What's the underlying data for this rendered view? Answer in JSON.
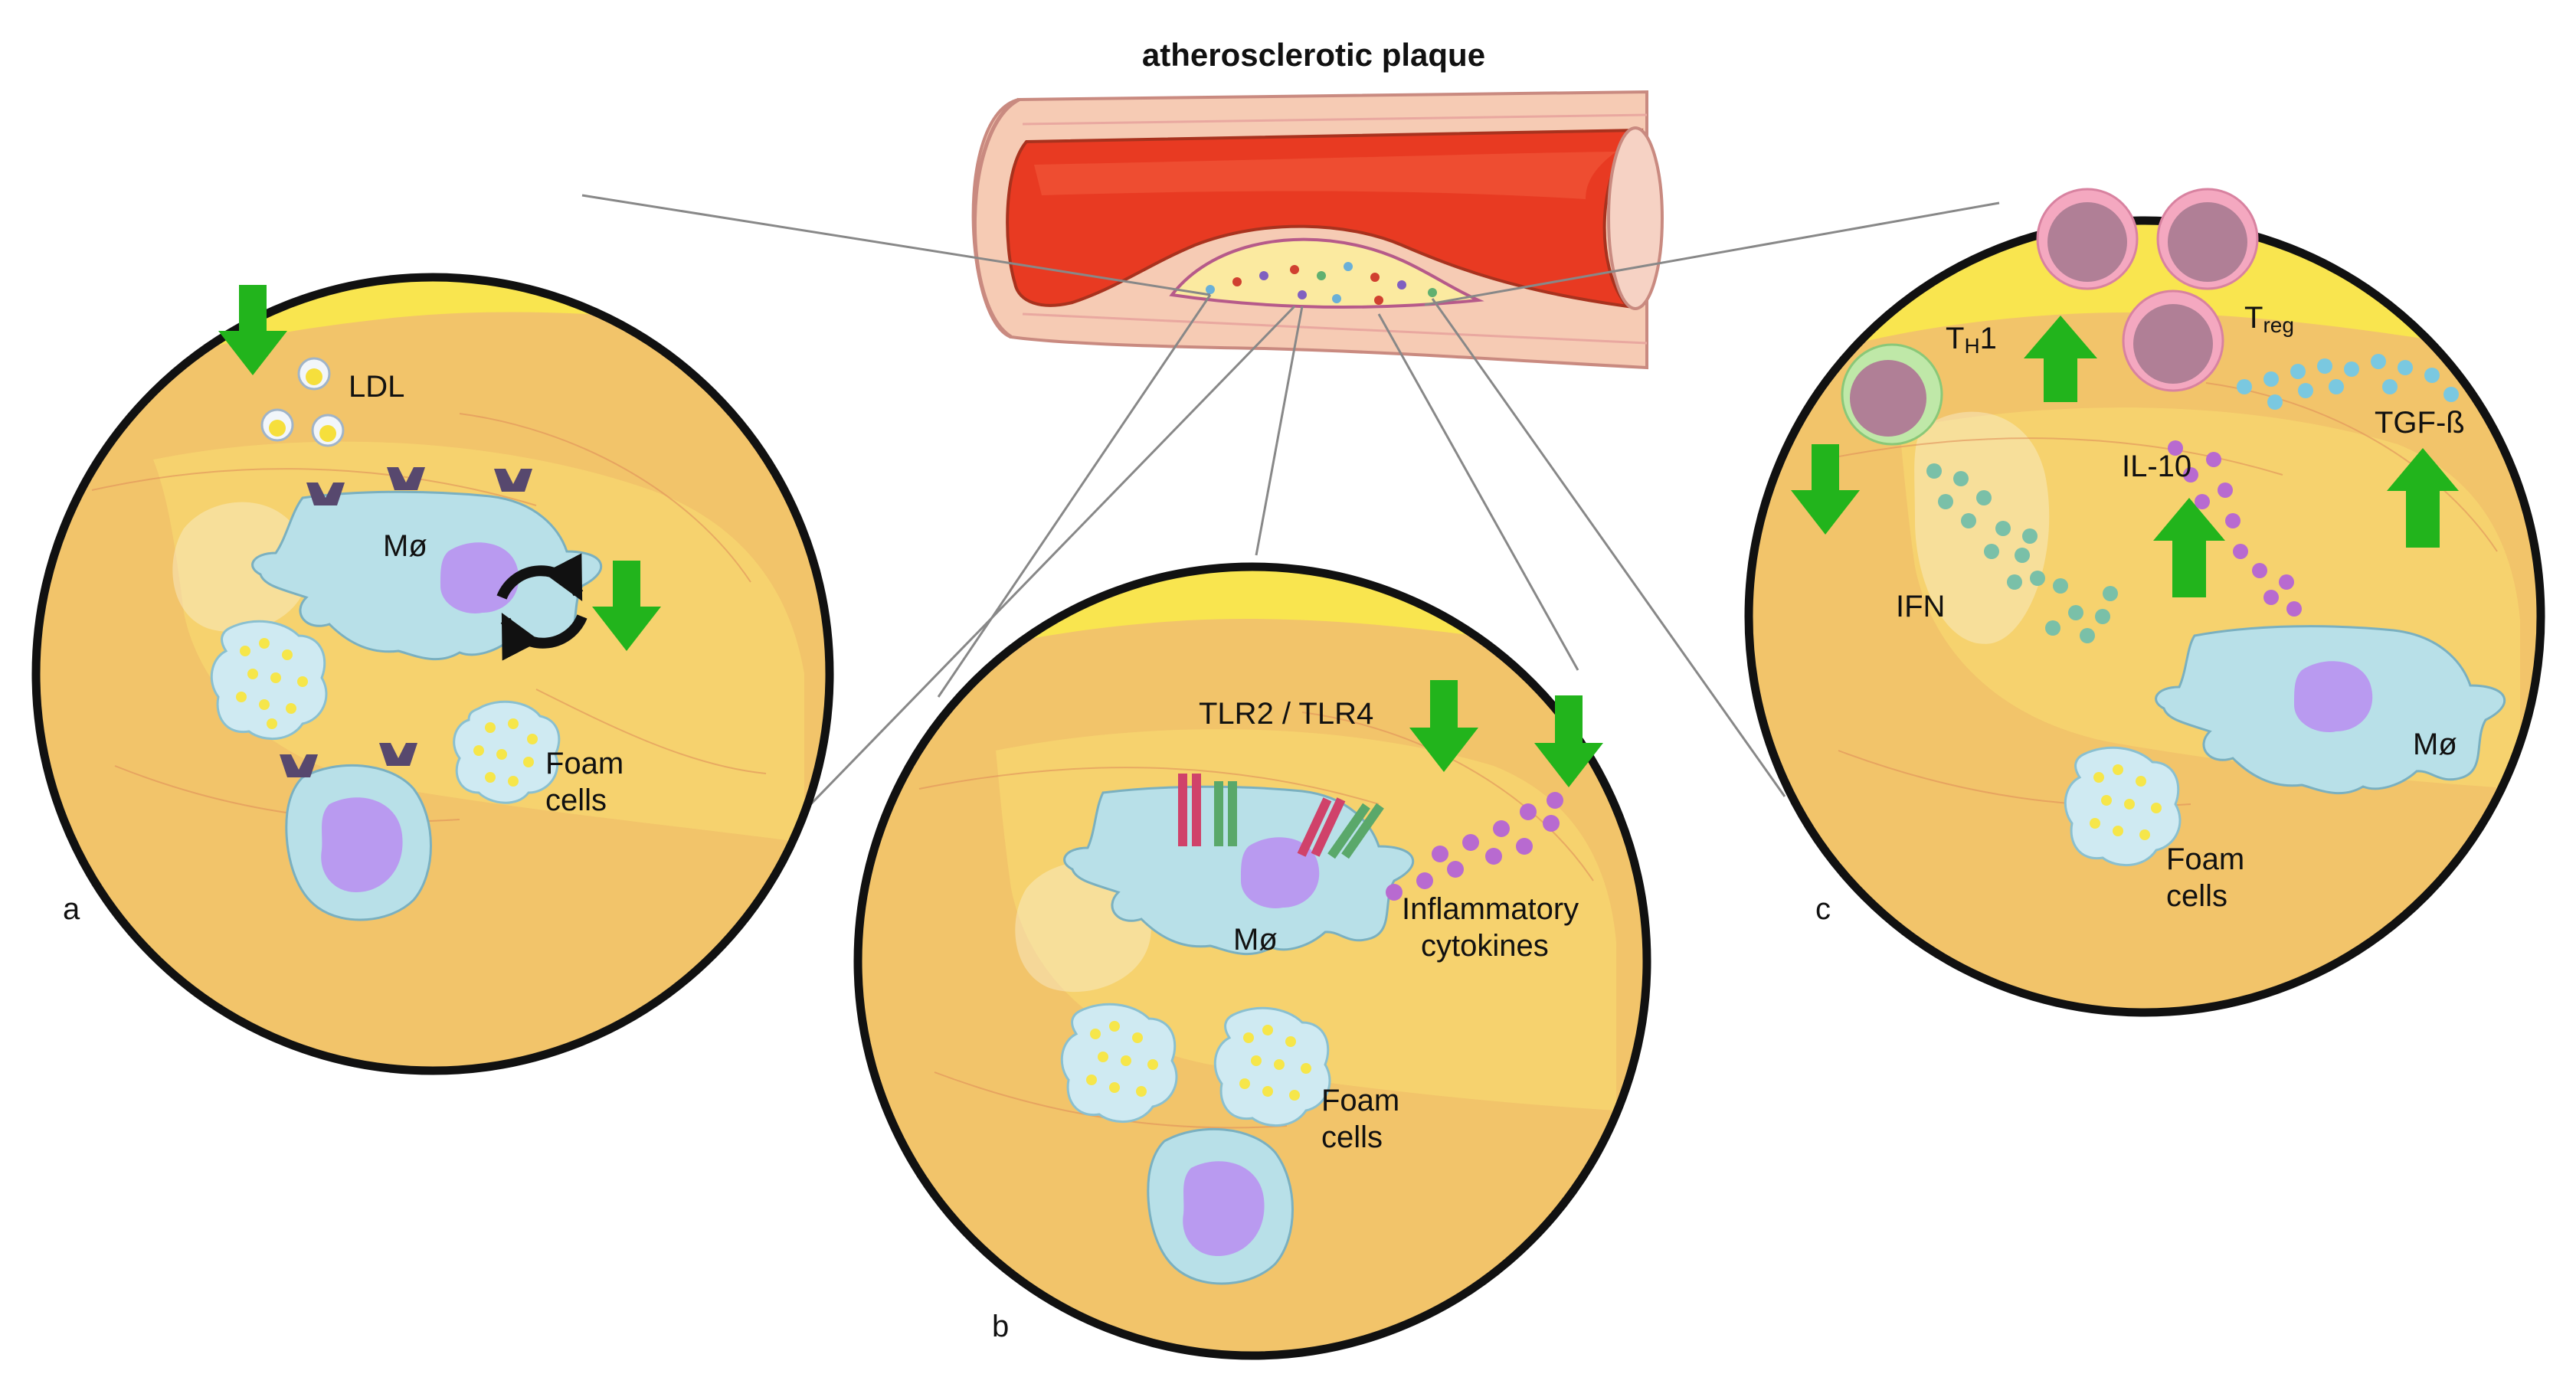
{
  "title": "atherosclerotic plaque",
  "panels": {
    "a": {
      "letter": "a",
      "ldl": "LDL",
      "macrophage": "Mø",
      "foam_line1": "Foam",
      "foam_line2": "cells"
    },
    "b": {
      "letter": "b",
      "receptors": "TLR2 / TLR4",
      "macrophage": "Mø",
      "cytokines_line1": "Inflammatory",
      "cytokines_line2": "cytokines",
      "foam_line1": "Foam",
      "foam_line2": "cells"
    },
    "c": {
      "letter": "c",
      "th1_main": "T",
      "th1_sub": "H",
      "th1_suffix": "1",
      "treg_main": "T",
      "treg_sub": "reg",
      "tgf": "TGF-ß",
      "il10": "IL-10",
      "ifn": "IFN",
      "macrophage": "Mø",
      "foam_line1": "Foam",
      "foam_line2": "cells"
    }
  },
  "colors": {
    "arrow": "#22b41c",
    "plaque_fill": "#f2c46a",
    "plaque_rim": "#f9e54f",
    "lumen": "#e83a22",
    "macrophage": "#b8e0e8",
    "nucleus": "#b99af0",
    "receptor": "#57486e",
    "tlr_red": "#d0426a",
    "tlr_green": "#5aa86a",
    "th1_ring": "#bfe8a8",
    "lymphocyte": "#b07f96",
    "treg_ring": "#f4a8c0",
    "il10_dot": "#b86ad0",
    "tgf_dot": "#7ac8e0",
    "ifn_dot": "#7ac0a8"
  },
  "icons": [
    "down-arrow-icon",
    "up-arrow-icon",
    "recycle-arrows-icon"
  ]
}
